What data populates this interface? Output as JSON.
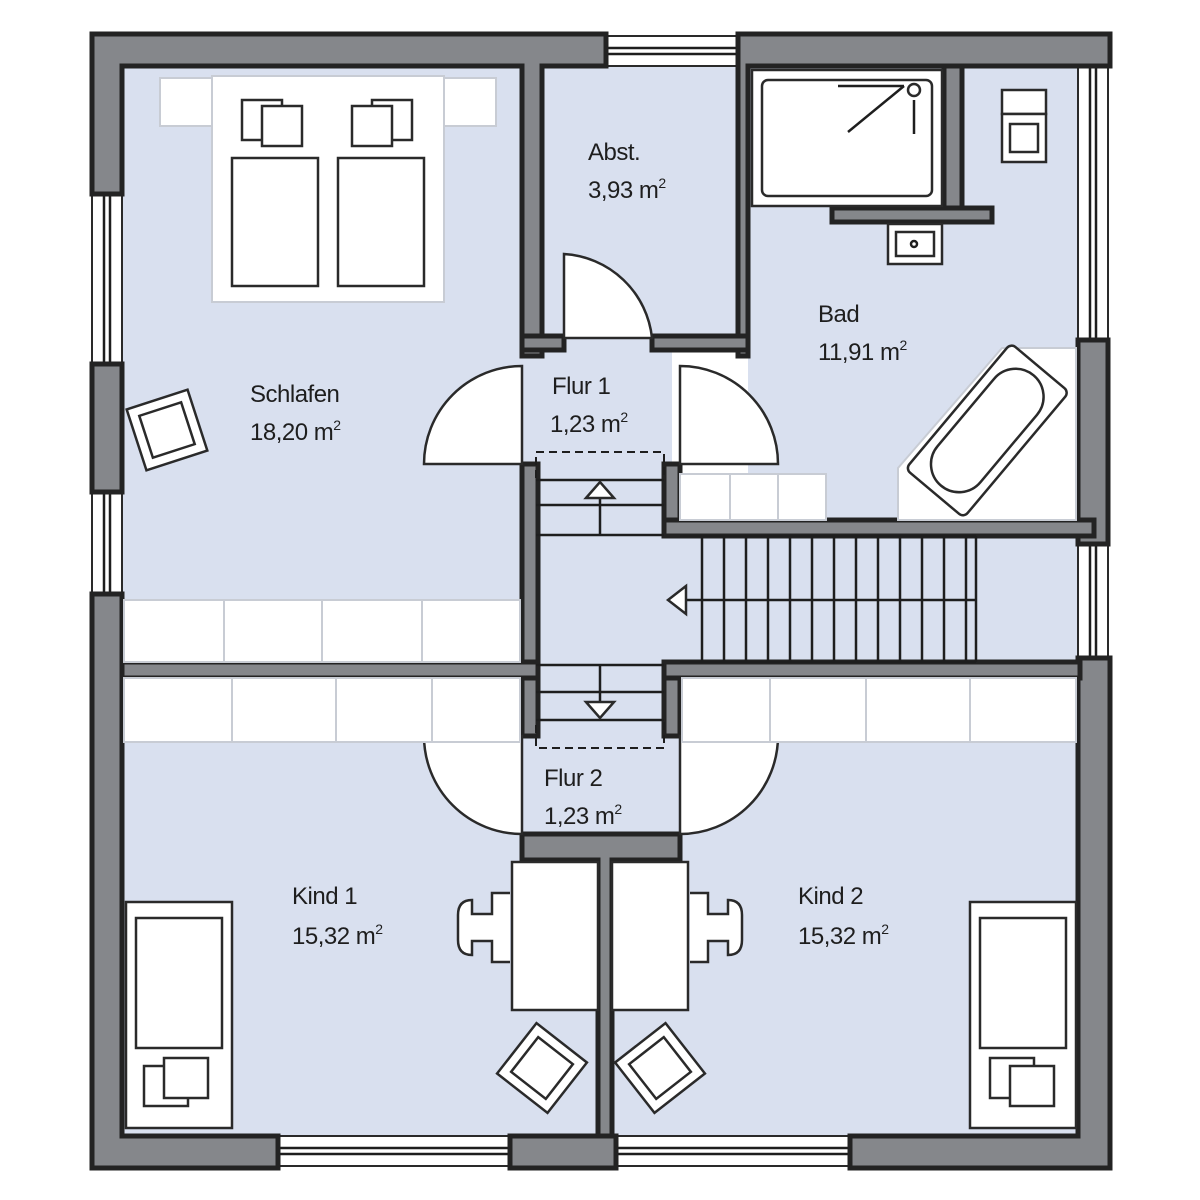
{
  "rooms": [
    {
      "id": "schlafen",
      "name": "Schlafen",
      "area": "18,20 m",
      "unit_sup": "2"
    },
    {
      "id": "abst",
      "name": "Abst.",
      "area": "3,93 m",
      "unit_sup": "2"
    },
    {
      "id": "bad",
      "name": "Bad",
      "area": "11,91 m",
      "unit_sup": "2"
    },
    {
      "id": "flur1",
      "name": "Flur 1",
      "area": "1,23 m",
      "unit_sup": "2"
    },
    {
      "id": "flur2",
      "name": "Flur 2",
      "area": "1,23 m",
      "unit_sup": "2"
    },
    {
      "id": "kind1",
      "name": "Kind 1",
      "area": "15,32 m",
      "unit_sup": "2"
    },
    {
      "id": "kind2",
      "name": "Kind 2",
      "area": "15,32 m",
      "unit_sup": "2"
    }
  ],
  "colors": {
    "floor": "#d9e0ef",
    "wall_fill": "#85878b",
    "wall_outline": "#232323",
    "furniture": "#ffffff"
  }
}
